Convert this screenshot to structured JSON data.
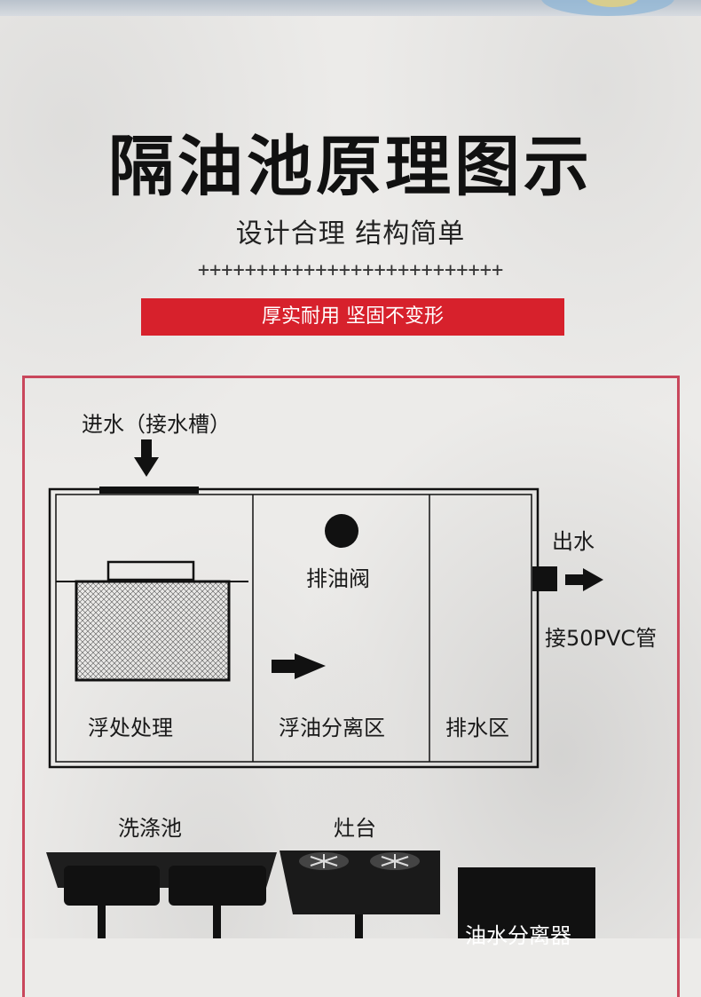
{
  "header": {
    "title": "隔油池原理图示",
    "subtitle": "设计合理 结构简单",
    "divider": "++++++++++++++++++++++++++",
    "badge": "厚实耐用 坚固不变形"
  },
  "diagram": {
    "inlet_label": "进水（接水槽）",
    "valve_label": "排油阀",
    "outlet_label": "出水",
    "pipe_label": "接50PVC管",
    "zones": [
      "浮处处理",
      "浮油分离区",
      "排水区"
    ],
    "sink_label": "洗涤池",
    "stove_label": "灶台",
    "separator_label": "油水分离器"
  },
  "colors": {
    "accent_red": "#d7212c",
    "frame_pink": "#c9475c"
  }
}
